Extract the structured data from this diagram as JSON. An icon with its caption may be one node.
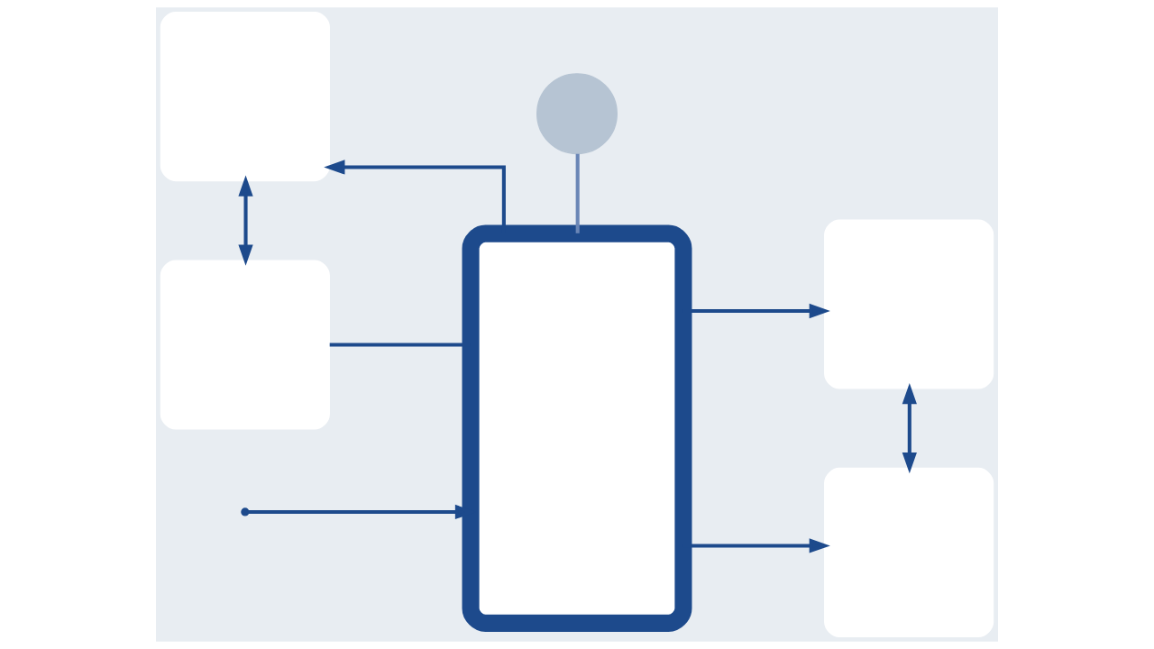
{
  "diagram": {
    "nodes": [
      {
        "text": [],
        "shape": "circle"
      },
      {
        "text": [],
        "shape": "box"
      },
      {
        "text": [],
        "shape": "box"
      },
      {
        "text": [],
        "shape": "box"
      },
      {
        "text": [],
        "shape": "box"
      },
      {
        "text": [],
        "shape": "box"
      }
    ],
    "edges": [
      {
        "from": 2,
        "to": 1,
        "arrow": "to"
      },
      {
        "from": 1,
        "to": 4,
        "arrow": "both"
      },
      {
        "from": null,
        "to": 2,
        "arrow": "to"
      },
      {
        "from": 4,
        "to": 2,
        "arrow": "none"
      },
      {
        "from": 2,
        "to": 3,
        "arrow": "to"
      },
      {
        "from": 3,
        "to": 5,
        "arrow": "both"
      },
      {
        "from": 2,
        "to": 5,
        "arrow": "to"
      },
      {
        "from": 0,
        "to": 2,
        "arrow": "none",
        "color": "#6a86b6"
      }
    ]
  }
}
